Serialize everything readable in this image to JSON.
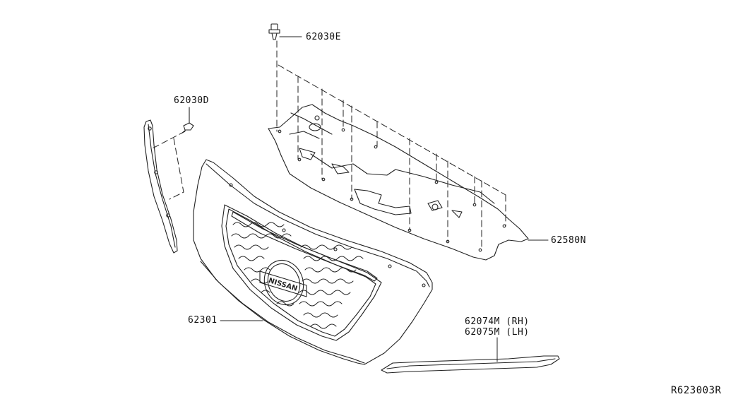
{
  "parts": [
    {
      "id": "clip-e",
      "number": "62030E"
    },
    {
      "id": "clip-d",
      "number": "62030D"
    },
    {
      "id": "lower-cover",
      "number": "62580N"
    },
    {
      "id": "grille",
      "number": "62301"
    },
    {
      "id": "moulding-rh",
      "number": "62074M (RH)"
    },
    {
      "id": "moulding-lh",
      "number": "62075M (LH)"
    }
  ],
  "emblem_text": "NISSAN",
  "diagram_ref": "R623003R"
}
